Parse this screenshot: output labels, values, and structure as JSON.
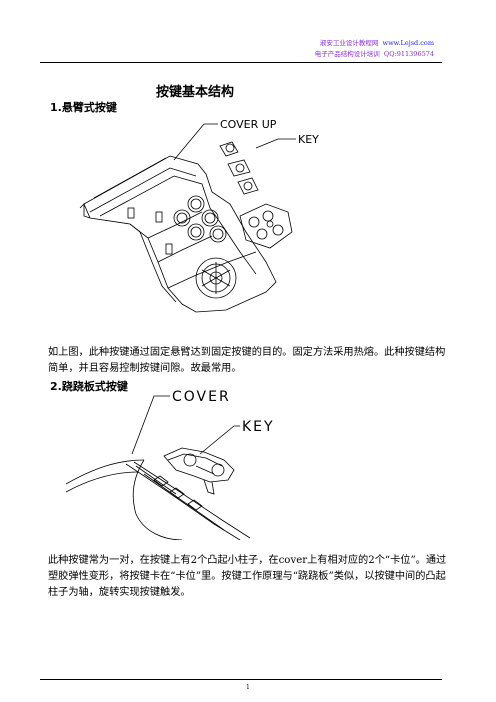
{
  "header": {
    "line1_text": "淑安工业设计教程网",
    "line1_url": "www.Lejsd.com",
    "line2_text": "电子产品结构设计培训",
    "line2_qq": "QQ:911396574"
  },
  "title": "按键基本结构",
  "section1": {
    "heading": "1.悬臂式按键",
    "label_cover": "COVER UP",
    "label_key": "KEY",
    "paragraph": "如上图，此种按键通过固定悬臂达到固定按键的目的。固定方法采用热熔。此种按键结构简单，并且容易控制按键间隙。故最常用。"
  },
  "section2": {
    "heading": "2.跷跷板式按键",
    "label_cover": "COVER",
    "label_key": "KEY",
    "paragraph": "此种按键常为一对，在按键上有2个凸起小柱子，在cover上有相对应的2个“卡位”。通过塑胶弹性变形，将按键卡在“卡位”里。按键工作原理与“跷跷板”类似，以按键中间的凸起柱子为轴，旋转实现按键触发。"
  },
  "footer": {
    "page_number": "1"
  }
}
